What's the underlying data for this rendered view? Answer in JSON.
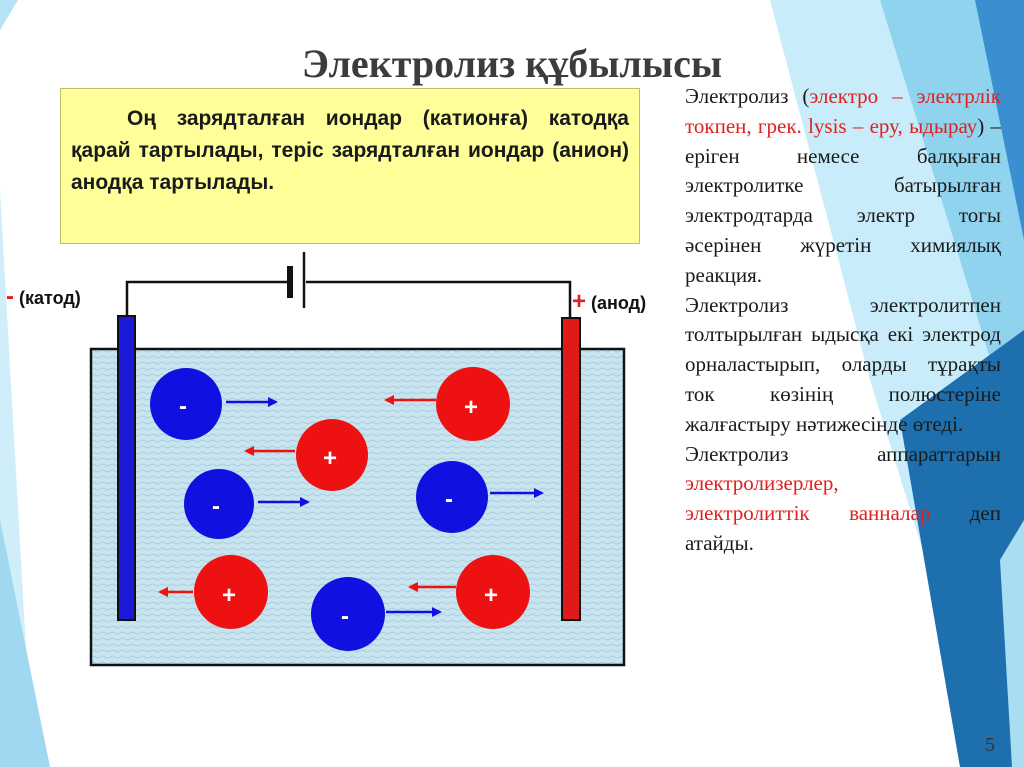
{
  "title": "Электролиз құбылысы",
  "highlight_text": "Оң зарядталған иондар (катионға) катодқа қарай тартылады, теріс зарядталған иондар (анион) анодқа тартылады.",
  "electrodes": {
    "cathode_sign": "-",
    "cathode_label": "(катод)",
    "anode_sign": "+",
    "anode_label": "(анод)"
  },
  "ions": {
    "negative_sign": "-",
    "positive_sign": "+"
  },
  "description": {
    "p1_a": "Электролиз (",
    "p1_red": "электро – электрлік токпен, грек. lysis – еру, ыдырау",
    "p1_b": ") – еріген немесе балқыған электролитке батырылған электродтарда электр тогы әсерінен жүретін химиялық реакция.",
    "p2": "Электролиз электролитпен толтырылған ыдысқа екі электрод орналастырып, оларды тұрақты ток көзінің полюстеріне жалғастыру нәтижесінде өтеді.",
    "p3_a": "Электролиз аппараттарын ",
    "p3_red1": "электролизерлер,",
    "p3_red2": "электролиттік ванналар",
    "p3_b": " деп атайды."
  },
  "page_number": "5",
  "colors": {
    "negative_ion": "#1010e0",
    "positive_ion": "#ee1111",
    "cathode": "#1a1ad8",
    "anode": "#e01a1a",
    "electrolyte": "#c9e4ee",
    "highlight_bg": "#ffff99",
    "accent_red": "#e02020",
    "deco_light": "#a9def2",
    "deco_dark": "#2b7fbf"
  }
}
